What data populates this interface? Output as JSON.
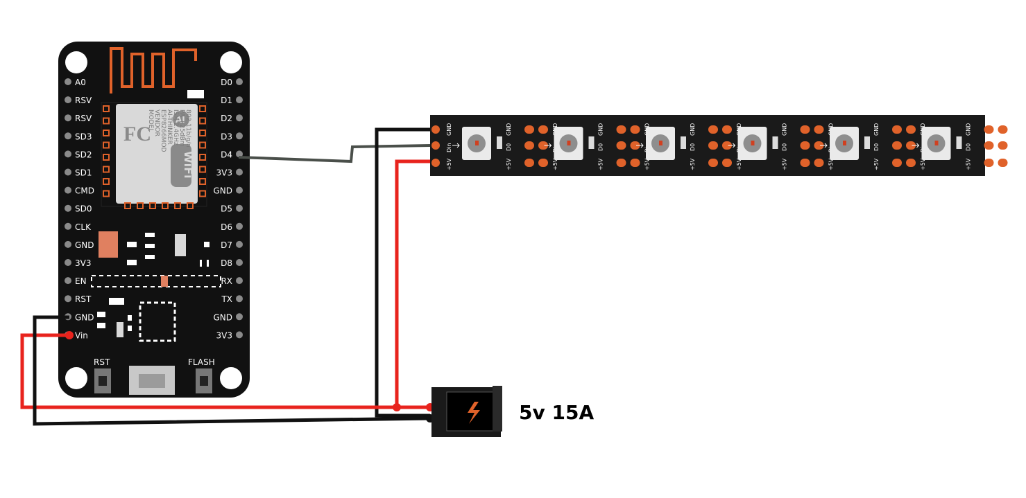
{
  "board": {
    "left_pins": [
      "A0",
      "RSV",
      "RSV",
      "SD3",
      "SD2",
      "SD1",
      "CMD",
      "SD0",
      "CLK",
      "GND",
      "3V3",
      "EN",
      "RST",
      "GND",
      "Vin"
    ],
    "right_pins": [
      "D0",
      "D1",
      "D2",
      "D3",
      "D4",
      "3V3",
      "GND",
      "D5",
      "D6",
      "D7",
      "D8",
      "RX",
      "TX",
      "GND",
      "3V3"
    ],
    "buttons": {
      "rst": "RST",
      "flash": "FLASH"
    },
    "chip_lines": [
      "MODEL",
      "VENDOR",
      "ESP8266MOD",
      "AI-THINKER",
      "ISM 2.4GHz",
      "PA +25dBm",
      "802.11b/g/n"
    ],
    "fc_mark": "FC",
    "ai_mark": "AI",
    "wifi_mark": "WiFi"
  },
  "strip": {
    "labels": {
      "gnd": "GND",
      "din": "Din",
      "v5": "+5V",
      "do": "D0"
    },
    "led_count": 6
  },
  "power": {
    "label": "5v 15A"
  },
  "colors": {
    "board": "#111111",
    "strip": "#1a1a1a",
    "pad": "#e0622a",
    "wire_red": "#e8231d",
    "wire_black": "#111111",
    "wire_data": "#4a4f4a",
    "antenna": "#e0622a"
  }
}
